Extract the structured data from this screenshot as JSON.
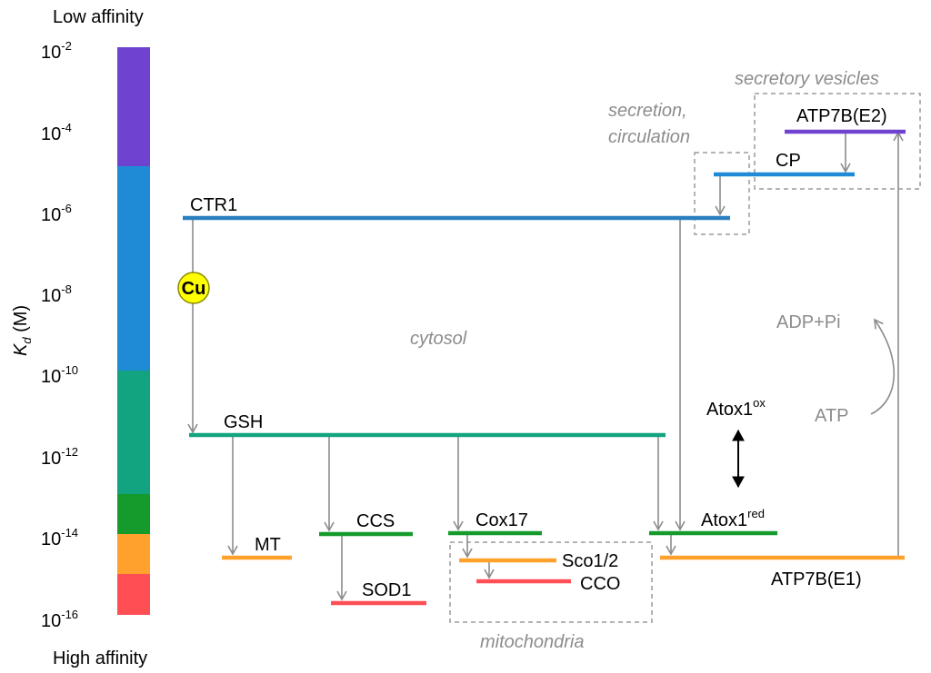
{
  "header": {
    "low_affinity": "Low affinity",
    "high_affinity": "High affinity"
  },
  "axis": {
    "label_k": "K",
    "label_sub": "d",
    "label_unit": " (M)",
    "ticks": [
      {
        "base": "10",
        "exp": "-2"
      },
      {
        "base": "10",
        "exp": "-4"
      },
      {
        "base": "10",
        "exp": "-6"
      },
      {
        "base": "10",
        "exp": "-8"
      },
      {
        "base": "10",
        "exp": "-10"
      },
      {
        "base": "10",
        "exp": "-12"
      },
      {
        "base": "10",
        "exp": "-14"
      },
      {
        "base": "10",
        "exp": "-16"
      }
    ]
  },
  "colors": {
    "purple": "#6f42d0",
    "blue": "#1f8bd6",
    "teal": "#12a380",
    "green": "#159a2c",
    "orange": "#ffa12c",
    "red": "#ff4f55",
    "ctr1_blue": "#2a7fc0",
    "arrow_grey": "#8c8c8c"
  },
  "nodes": {
    "ctr1": "CTR1",
    "cu": "Cu",
    "gsh": "GSH",
    "mt": "MT",
    "ccs": "CCS",
    "sod1": "SOD1",
    "cox17": "Cox17",
    "sco": "Sco1/2",
    "cco": "CCO",
    "atox_ox_base": "Atox1",
    "atox_ox_sup": "ox",
    "atox_red_base": "Atox1",
    "atox_red_sup": "red",
    "atp7b_e1": "ATP7B(E1)",
    "atp7b_e2": "ATP7B(E2)",
    "cp": "CP",
    "adp": "ADP+Pi",
    "atp": "ATP"
  },
  "compartments": {
    "cytosol": "cytosol",
    "mitochondria": "mitochondria",
    "secretion_line1": "secretion,",
    "secretion_line2": "circulation",
    "secretory_vesicles": "secretory vesicles"
  }
}
